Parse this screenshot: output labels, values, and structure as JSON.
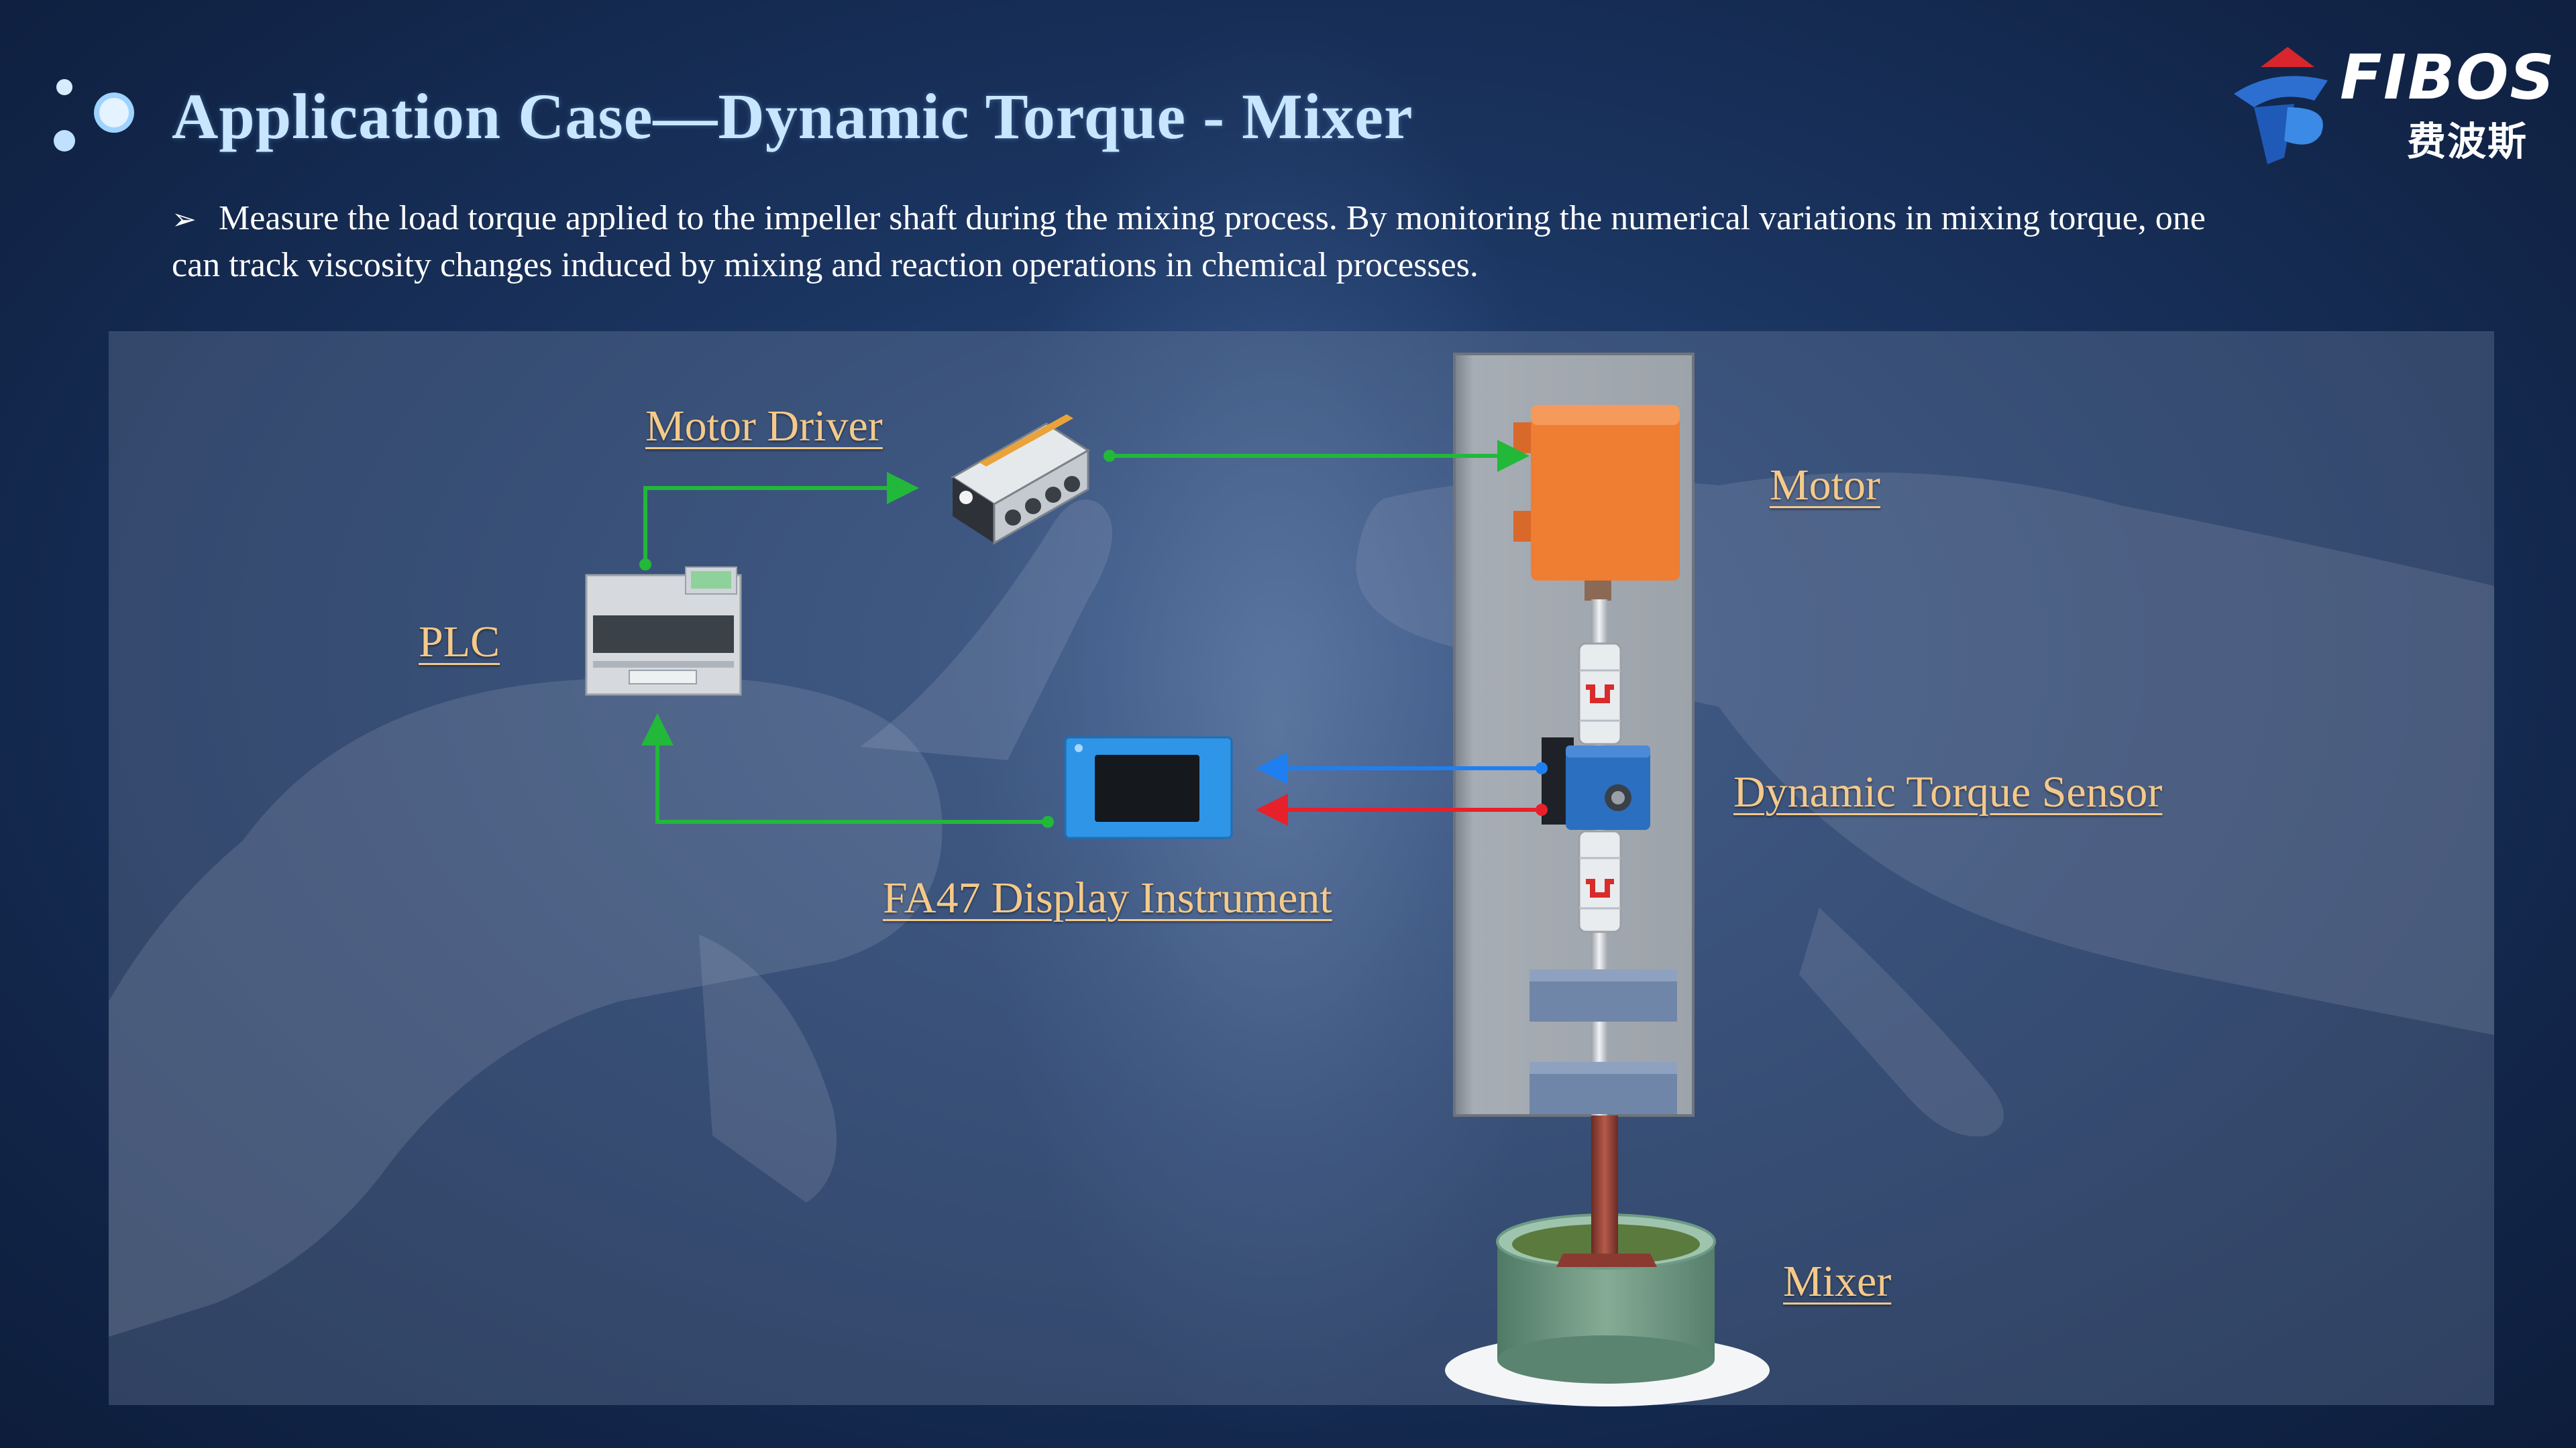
{
  "header": {
    "title": "Application Case—Dynamic Torque - Mixer",
    "bullet_marker": "➢",
    "bullet_text": "Measure the load torque applied to the impeller shaft during the mixing process. By monitoring the numerical variations in mixing torque, one can track viscosity changes induced by mixing and reaction operations in chemical processes."
  },
  "logo": {
    "name": "FIBOS",
    "chinese_name": "费波斯"
  },
  "diagram": {
    "labels": {
      "motor_driver": "Motor Driver",
      "plc": "PLC",
      "motor": "Motor",
      "display_instrument": "FA47 Display Instrument",
      "torque_sensor": "Dynamic Torque Sensor",
      "mixer": "Mixer"
    }
  },
  "colors": {
    "title": "#c8e6ff",
    "label": "#f4c98a",
    "green_link": "#22b83a",
    "blue_link": "#1f7ff0",
    "red_link": "#e8202a",
    "motor_orange": "#ef7d32",
    "display_blue": "#2f95e6",
    "sensor_blue": "#2b6fc0"
  }
}
